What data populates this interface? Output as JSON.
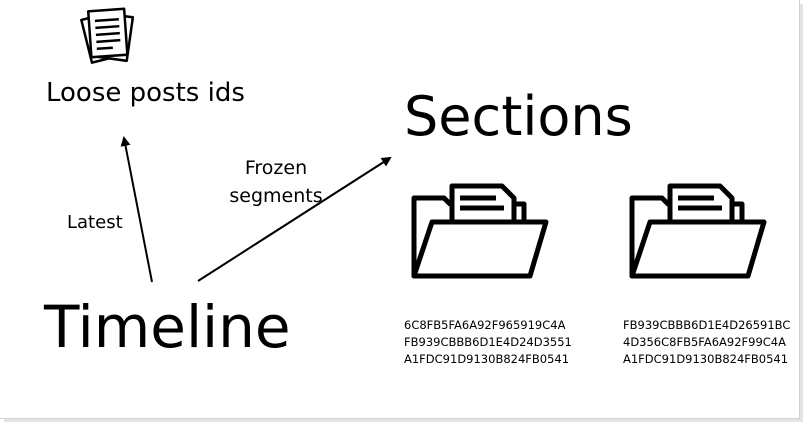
{
  "labels": {
    "loose_posts": "Loose posts ids",
    "sections": "Sections",
    "timeline": "Timeline",
    "latest": "Latest",
    "frozen_line1": "Frozen",
    "frozen_line2": "segments"
  },
  "sections": [
    {
      "icon": "folder-icon",
      "ids": [
        "6C8FB5FA6A92F965919C4A",
        "FB939CBBB6D1E4D24D3551",
        "A1FDC91D9130B824FB0541"
      ]
    },
    {
      "icon": "folder-icon",
      "ids": [
        "FB939CBBB6D1E4D26591BC",
        "4D356C8FB5FA6A92F99C4A",
        "A1FDC91D9130B824FB0541"
      ]
    }
  ],
  "icons": {
    "loose_posts": "documents-stack-icon"
  }
}
